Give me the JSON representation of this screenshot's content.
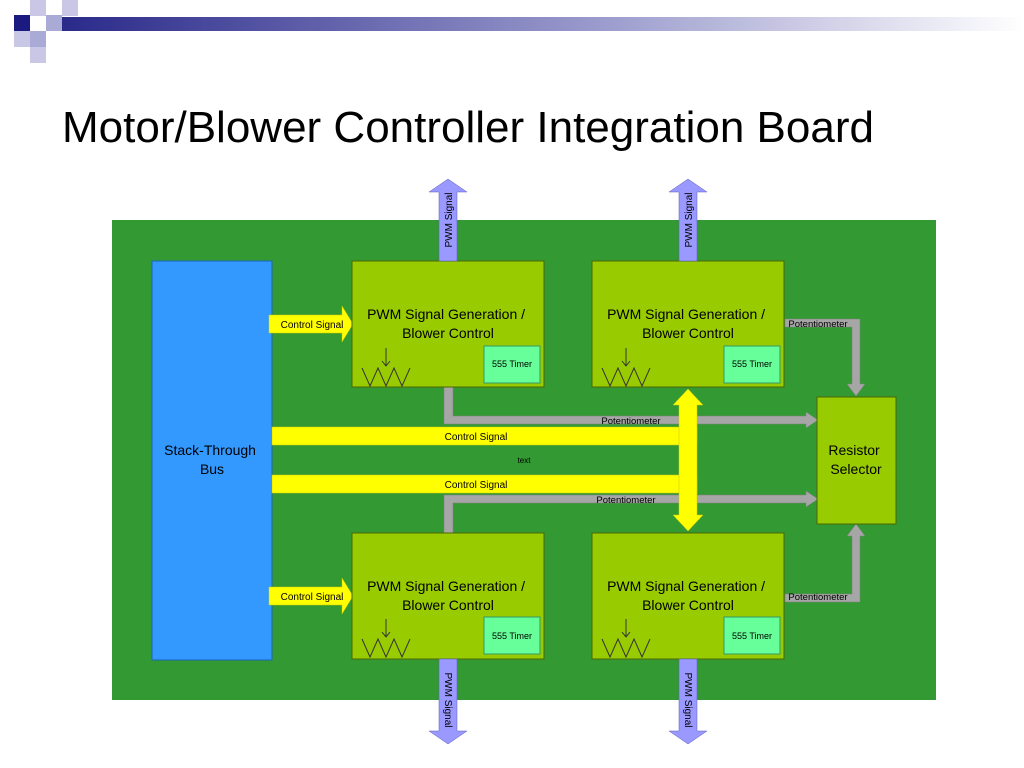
{
  "slide": {
    "title": "Motor/Blower Controller Integration Board"
  },
  "diagram": {
    "bus_label": [
      "Stack-Through",
      "Bus"
    ],
    "pwm_block_label": [
      "PWM Signal Generation /",
      "Blower Control"
    ],
    "timer_label": "555 Timer",
    "resistor_label": [
      "Resistor",
      "Selector"
    ],
    "control_signal_label": "Control Signal",
    "potentiometer_label": "Potentiometer",
    "pwm_signal_label": "PWM Signal",
    "center_note": "text",
    "colors": {
      "board": "#339933",
      "bus": "#3399ff",
      "block": "#99cc00",
      "timer": "#66ff99",
      "control_arrow": "#ffff00",
      "pwm_arrow": "#9999ff",
      "pot_line": "#a6a6a6"
    }
  }
}
